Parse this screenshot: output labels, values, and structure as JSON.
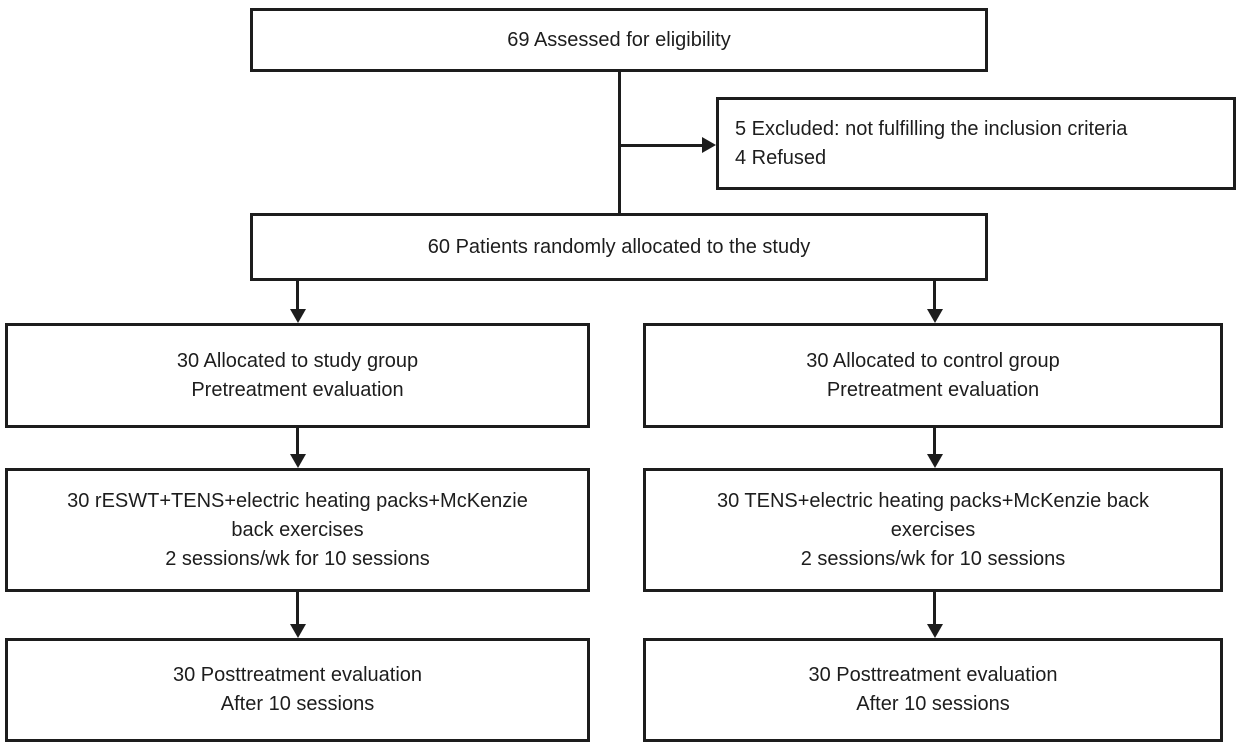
{
  "colors": {
    "ink": "#1d1d1d",
    "background": "#ffffff"
  },
  "flowchart": {
    "assessed": {
      "lines": [
        "69 Assessed for eligibility"
      ]
    },
    "excluded": {
      "lines": [
        "5 Excluded: not fulfilling the inclusion criteria",
        "4 Refused"
      ]
    },
    "randomized": {
      "lines": [
        "60 Patients randomly allocated to the study"
      ]
    },
    "study_allocation": {
      "lines": [
        "30 Allocated to study group",
        "Pretreatment evaluation"
      ]
    },
    "control_allocation": {
      "lines": [
        "30 Allocated to control group",
        "Pretreatment evaluation"
      ]
    },
    "study_treatment": {
      "lines": [
        "30 rESWT+TENS+electric heating packs+McKenzie",
        "back exercises",
        "2 sessions/wk for 10 sessions"
      ]
    },
    "control_treatment": {
      "lines": [
        "30 TENS+electric heating packs+McKenzie back",
        "exercises",
        "2 sessions/wk for 10 sessions"
      ]
    },
    "study_posttreatment": {
      "lines": [
        "30 Posttreatment evaluation",
        "After 10 sessions"
      ]
    },
    "control_posttreatment": {
      "lines": [
        "30 Posttreatment evaluation",
        "After 10 sessions"
      ]
    }
  }
}
